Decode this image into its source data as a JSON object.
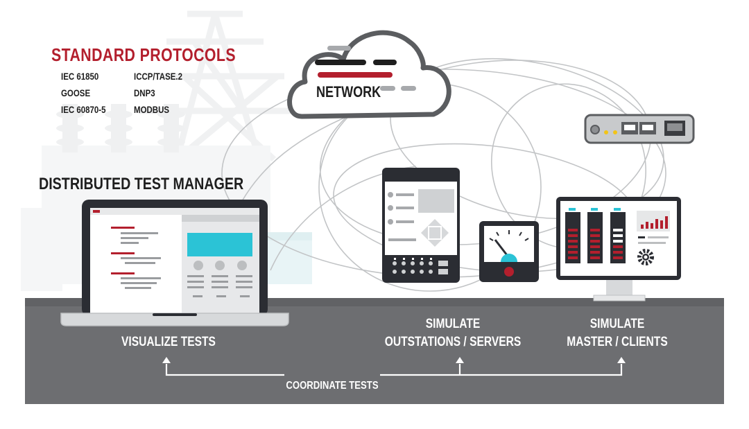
{
  "protocols": {
    "title": "STANDARD PROTOCOLS",
    "items": [
      "IEC 61850",
      "GOOSE",
      "IEC 60870-5",
      "ICCP/TASE.2",
      "DNP3",
      "MODBUS"
    ]
  },
  "manager": {
    "title": "DISTRIBUTED TEST MANAGER"
  },
  "network": {
    "label": "NETWORK"
  },
  "captions": {
    "visualize": "VISUALIZE TESTS",
    "simulate_outstations_1": "SIMULATE",
    "simulate_outstations_2": "OUTSTATIONS / SERVERS",
    "simulate_master_1": "SIMULATE",
    "simulate_master_2": "MASTER / CLIENTS",
    "coordinate": "COORDINATE TESTS"
  },
  "colors": {
    "accent_red": "#b31f2d",
    "floor_gray": "#6d6e71",
    "teal": "#2bc3d6",
    "dark": "#2b2d33"
  }
}
